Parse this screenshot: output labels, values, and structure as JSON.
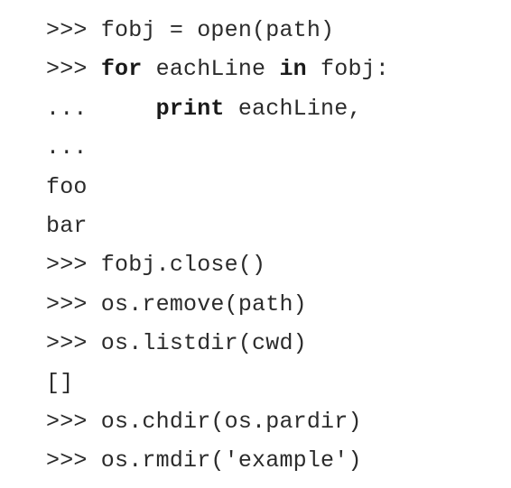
{
  "lines": [
    {
      "segments": [
        {
          "text": ">>> fobj = open(path)",
          "bold": false
        }
      ]
    },
    {
      "segments": [
        {
          "text": ">>> ",
          "bold": false
        },
        {
          "text": "for",
          "bold": true
        },
        {
          "text": " eachLine ",
          "bold": false
        },
        {
          "text": "in",
          "bold": true
        },
        {
          "text": " fobj:",
          "bold": false
        }
      ]
    },
    {
      "segments": [
        {
          "text": "...     ",
          "bold": false
        },
        {
          "text": "print",
          "bold": true
        },
        {
          "text": " eachLine,",
          "bold": false
        }
      ]
    },
    {
      "segments": [
        {
          "text": "...",
          "bold": false
        }
      ]
    },
    {
      "segments": [
        {
          "text": "foo",
          "bold": false
        }
      ]
    },
    {
      "segments": [
        {
          "text": "bar",
          "bold": false
        }
      ]
    },
    {
      "segments": [
        {
          "text": ">>> fobj.close()",
          "bold": false
        }
      ]
    },
    {
      "segments": [
        {
          "text": ">>> os.remove(path)",
          "bold": false
        }
      ]
    },
    {
      "segments": [
        {
          "text": ">>> os.listdir(cwd)",
          "bold": false
        }
      ]
    },
    {
      "segments": [
        {
          "text": "[]",
          "bold": false
        }
      ]
    },
    {
      "segments": [
        {
          "text": ">>> os.chdir(os.pardir)",
          "bold": false
        }
      ]
    },
    {
      "segments": [
        {
          "text": ">>> os.rmdir('example')",
          "bold": false
        }
      ]
    }
  ]
}
